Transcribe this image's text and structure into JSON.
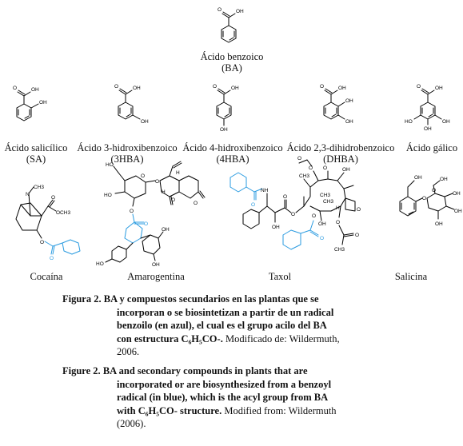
{
  "compounds": {
    "ba": {
      "name": "Ácido benzoico",
      "abbr": "(BA)"
    },
    "sa": {
      "name": "Ácido salicílico",
      "abbr": "(SA)"
    },
    "hba3": {
      "name": "Ácido 3-hidroxibenzoico",
      "abbr": "(3HBA)"
    },
    "hba4": {
      "name": "Ácido 4-hidroxibenzoico",
      "abbr": "(4HBA)"
    },
    "dhba": {
      "name": "Ácido 2,3-dihidrobenzoico",
      "abbr": "(DHBA)"
    },
    "galico": {
      "name": "Ácido gálico"
    },
    "cocaina": {
      "name": "Cocaína"
    },
    "amarogentina": {
      "name": "Amarogentina"
    },
    "taxol": {
      "name": "Taxol"
    },
    "salicina": {
      "name": "Salicina"
    }
  },
  "atoms": {
    "oh": "OH",
    "o": "O",
    "n": "N",
    "nh": "NH",
    "h": "H",
    "ch3": "CH3",
    "och3": "OCH3",
    "ho": "HO"
  },
  "caption_es": {
    "label": "Figura 2.",
    "line1": "BA y compuestos secundarios en las plantas que se",
    "line2": "incorporan o se biosintetizan a partir de un radical",
    "line3": "benzoilo (en azul), el cual es el grupo acilo del BA",
    "line4_bold": "con estructura C₆H₅CO-.",
    "line4_rest": " Modificado de: Wildermuth,",
    "line5": "2006."
  },
  "caption_en": {
    "label": "Figure 2.",
    "line1": "BA and secondary compounds in plants that are",
    "line2": "incorporated or are biosynthesized from a benzoyl",
    "line3": "radical (in blue), which is the acyl group from BA",
    "line4_bold": "with C₆H₅CO- structure.",
    "line4_rest": " Modified from: Wildermuth",
    "line5": "(2006)."
  }
}
